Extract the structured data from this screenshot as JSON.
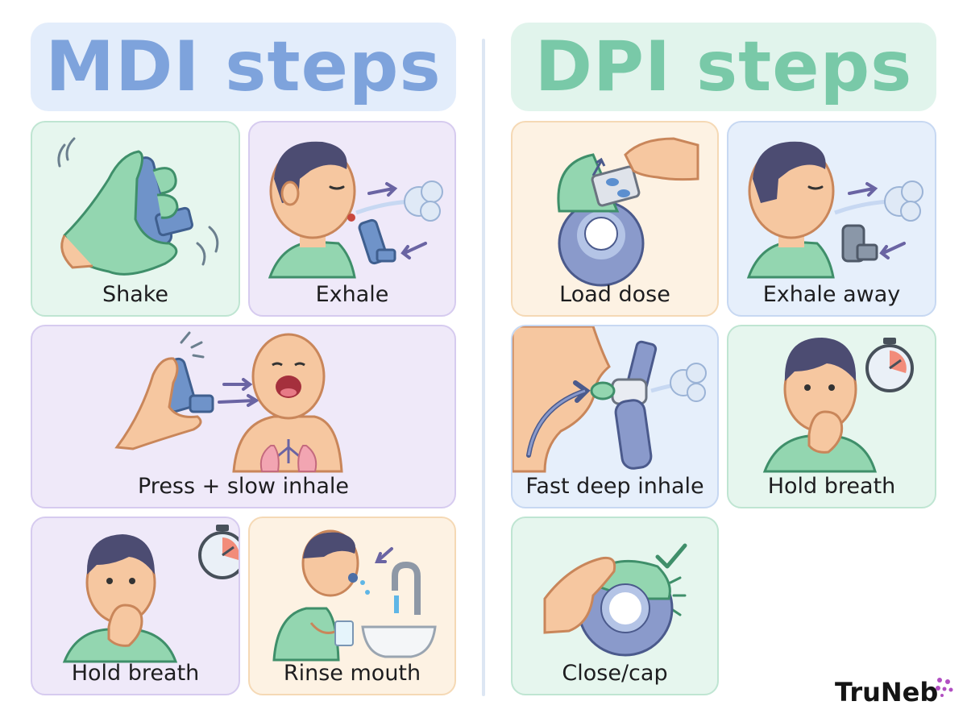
{
  "mdi": {
    "title": "MDI steps",
    "steps": [
      "Shake",
      "Exhale",
      "Press + slow inhale",
      "Hold breath",
      "Rinse mouth"
    ]
  },
  "dpi": {
    "title": "DPI steps",
    "steps": [
      "Load dose",
      "Exhale away",
      "Fast deep inhale",
      "Hold breath",
      "Close/cap"
    ]
  },
  "brand": {
    "name": "TruNeb"
  },
  "colors": {
    "mdi_accent": "#7ea3dc",
    "dpi_accent": "#79c9a8",
    "inhaler_blue": "#6f93c9",
    "skin": "#f6c7a0",
    "hair": "#4c4c72",
    "shirt": "#93d6b0"
  }
}
